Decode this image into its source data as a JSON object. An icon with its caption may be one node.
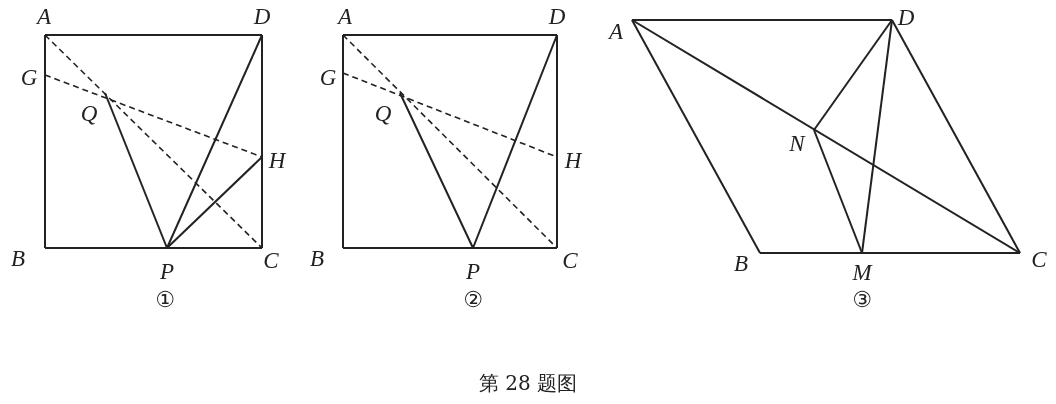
{
  "diagram": {
    "caption": "第 28 题图",
    "nodes": [
      {
        "text": [
          "A"
        ]
      },
      {
        "text": [
          "D"
        ]
      },
      {
        "text": [
          "G"
        ]
      },
      {
        "text": [
          "Q"
        ]
      },
      {
        "text": [
          "H"
        ]
      },
      {
        "text": [
          "B"
        ]
      },
      {
        "text": [
          "P"
        ]
      },
      {
        "text": [
          "C"
        ]
      },
      {
        "text": [
          "A"
        ]
      },
      {
        "text": [
          "D"
        ]
      },
      {
        "text": [
          "G"
        ]
      },
      {
        "text": [
          "Q"
        ]
      },
      {
        "text": [
          "H"
        ]
      },
      {
        "text": [
          "B"
        ]
      },
      {
        "text": [
          "P"
        ]
      },
      {
        "text": [
          "C"
        ]
      },
      {
        "text": [
          "A"
        ]
      },
      {
        "text": [
          "D"
        ]
      },
      {
        "text": [
          "N"
        ]
      },
      {
        "text": [
          "B"
        ]
      },
      {
        "text": [
          "M"
        ]
      },
      {
        "text": [
          "C"
        ]
      }
    ],
    "edges": [
      {
        "from": 0,
        "to": 1,
        "arrow": "none"
      },
      {
        "from": 1,
        "to": 7,
        "arrow": "none"
      },
      {
        "from": 7,
        "to": 5,
        "arrow": "none"
      },
      {
        "from": 5,
        "to": 0,
        "arrow": "none"
      },
      {
        "from": 0,
        "to": 7,
        "arrow": "none",
        "style": "dashed"
      },
      {
        "from": 2,
        "to": 4,
        "arrow": "none",
        "style": "dashed"
      },
      {
        "from": 3,
        "to": 6,
        "arrow": "none"
      },
      {
        "from": 6,
        "to": 1,
        "arrow": "none"
      },
      {
        "from": 6,
        "to": 4,
        "arrow": "none"
      },
      {
        "from": 8,
        "to": 9,
        "arrow": "none"
      },
      {
        "from": 9,
        "to": 15,
        "arrow": "none"
      },
      {
        "from": 15,
        "to": 13,
        "arrow": "none"
      },
      {
        "from": 13,
        "to": 8,
        "arrow": "none"
      },
      {
        "from": 8,
        "to": 15,
        "arrow": "none",
        "style": "dashed"
      },
      {
        "from": 10,
        "to": 12,
        "arrow": "none",
        "style": "dashed"
      },
      {
        "from": 11,
        "to": 14,
        "arrow": "none"
      },
      {
        "from": 14,
        "to": 9,
        "arrow": "none"
      },
      {
        "from": 16,
        "to": 17,
        "arrow": "none"
      },
      {
        "from": 17,
        "to": 21,
        "arrow": "none"
      },
      {
        "from": 21,
        "to": 19,
        "arrow": "none"
      },
      {
        "from": 19,
        "to": 16,
        "arrow": "none"
      },
      {
        "from": 16,
        "to": 21,
        "arrow": "none"
      },
      {
        "from": 17,
        "to": 18,
        "arrow": "none"
      },
      {
        "from": 18,
        "to": 20,
        "arrow": "none"
      },
      {
        "from": 20,
        "to": 17,
        "arrow": "none"
      }
    ],
    "labels": [
      "①",
      "②",
      "③"
    ]
  }
}
